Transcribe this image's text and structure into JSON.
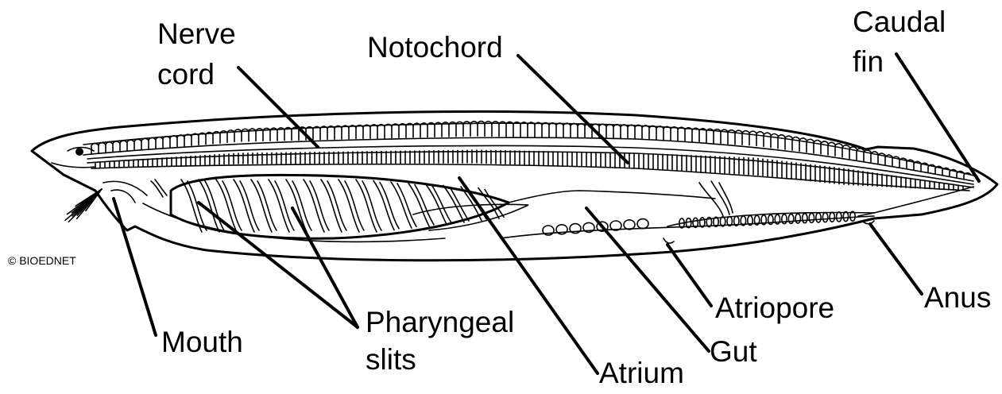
{
  "diagram": {
    "copyright": "© BIOEDNET",
    "labels": {
      "nerve_cord_line1": "Nerve",
      "nerve_cord_line2": "cord",
      "notochord": "Notochord",
      "caudal_fin_line1": "Caudal",
      "caudal_fin_line2": "fin",
      "mouth": "Mouth",
      "pharyngeal_slits_line1": "Pharyngeal",
      "pharyngeal_slits_line2": "slits",
      "atrium": "Atrium",
      "gut": "Gut",
      "atriopore": "Atriopore",
      "anus": "Anus"
    },
    "colors": {
      "ink": "#000000",
      "background": "#ffffff"
    }
  }
}
